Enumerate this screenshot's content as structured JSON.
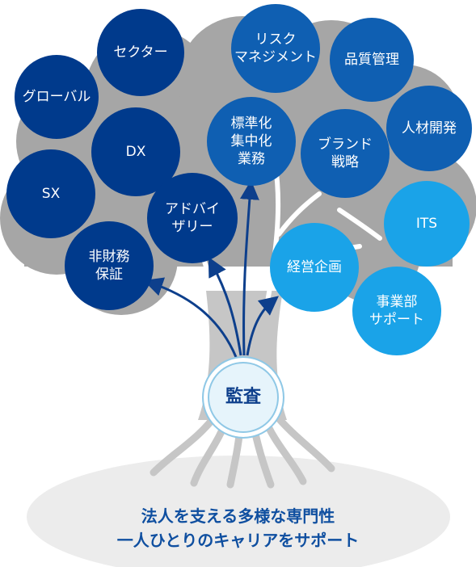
{
  "center": {
    "label": "監査"
  },
  "nodes": [
    {
      "id": "global",
      "label": "グローバル",
      "shade": "dark"
    },
    {
      "id": "sector",
      "label": "セクター",
      "shade": "dark"
    },
    {
      "id": "risk",
      "label": "リスク\nマネジメント",
      "shade": "mid"
    },
    {
      "id": "quality",
      "label": "品質管理",
      "shade": "mid"
    },
    {
      "id": "hr",
      "label": "人材開発",
      "shade": "mid"
    },
    {
      "id": "dx",
      "label": "DX",
      "shade": "dark"
    },
    {
      "id": "standard",
      "label": "標準化\n集中化\n業務",
      "shade": "mid"
    },
    {
      "id": "brand",
      "label": "ブランド\n戦略",
      "shade": "mid"
    },
    {
      "id": "sx",
      "label": "SX",
      "shade": "dark"
    },
    {
      "id": "advisory",
      "label": "アドバイ\nザリー",
      "shade": "dark"
    },
    {
      "id": "its",
      "label": "ITS",
      "shade": "light"
    },
    {
      "id": "nonfin",
      "label": "非財務\n保証",
      "shade": "dark"
    },
    {
      "id": "planning",
      "label": "経営企画",
      "shade": "light"
    },
    {
      "id": "bizsupport",
      "label": "事業部\nサポート",
      "shade": "light"
    }
  ],
  "caption": {
    "line1": "法人を支える多様な専門性",
    "line2": "一人ひとりのキャリアをサポート"
  },
  "colors": {
    "dark": "#003a8c",
    "mid": "#0f5fb2",
    "light": "#1aa3e8",
    "crown": "#a6a6a6",
    "trunk": "#c6c6c6",
    "ground": "#ececec"
  }
}
